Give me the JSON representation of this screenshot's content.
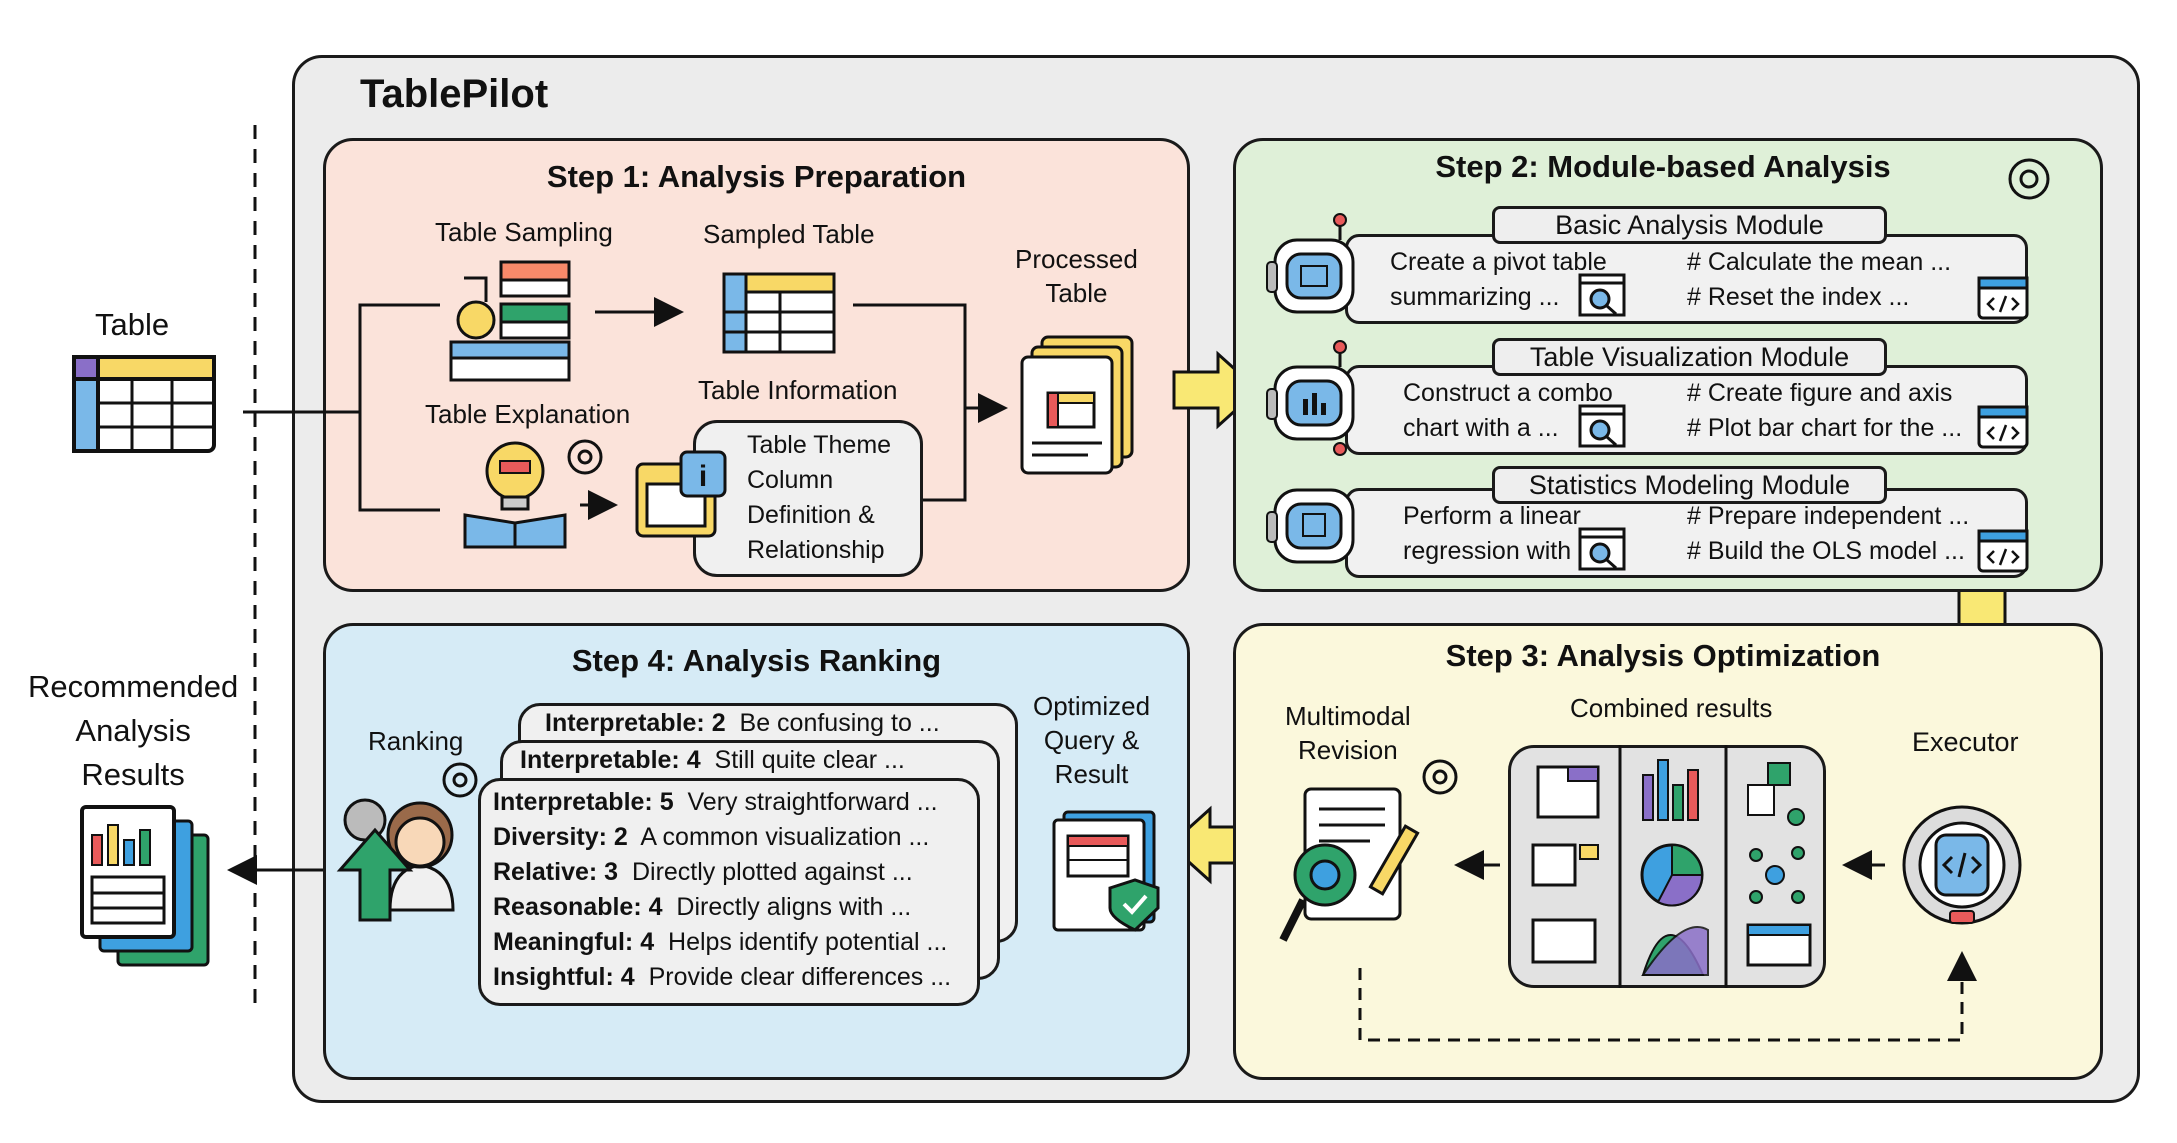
{
  "outer": {
    "title": "TablePilot"
  },
  "left": {
    "input_label": "Table",
    "output_label": [
      "Recommended",
      "Analysis",
      "Results"
    ]
  },
  "step1": {
    "title": "Step 1: Analysis Preparation",
    "table_sampling": "Table Sampling",
    "sampled_table": "Sampled Table",
    "table_explanation": "Table Explanation",
    "table_information": "Table Information",
    "info_lines": [
      "Table Theme",
      "Column",
      "Definition &",
      "Relationship"
    ],
    "processed_table": [
      "Processed",
      "Table"
    ]
  },
  "step2": {
    "title": "Step 2: Module-based Analysis",
    "modules": [
      {
        "name": "Basic Analysis Module",
        "query": [
          "Create a pivot table",
          "summarizing ..."
        ],
        "code": [
          "# Calculate the mean ...",
          "# Reset the index ..."
        ]
      },
      {
        "name": "Table Visualization Module",
        "query": [
          "Construct a combo",
          "chart with a ..."
        ],
        "code": [
          "# Create figure and axis",
          "# Plot bar chart for the ..."
        ]
      },
      {
        "name": "Statistics Modeling Module",
        "query": [
          "Perform a linear",
          "regression with"
        ],
        "code": [
          "# Prepare independent ...",
          "# Build the OLS model ..."
        ]
      }
    ]
  },
  "step3": {
    "title": "Step 3: Analysis Optimization",
    "multimodal_revision": [
      "Multimodal",
      "Revision"
    ],
    "combined_results": "Combined results",
    "executor": "Executor"
  },
  "step4": {
    "title": "Step 4: Analysis Ranking",
    "ranking": "Ranking",
    "optimized": [
      "Optimized",
      "Query &",
      "Result"
    ],
    "back_cards": [
      {
        "key": "Interpretable: 2",
        "text": "Be confusing to ..."
      },
      {
        "key": "Interpretable: 4",
        "text": "Still quite clear ..."
      }
    ],
    "front_card": [
      {
        "key": "Interpretable: 5",
        "text": "Very straightforward ..."
      },
      {
        "key": "Diversity: 2",
        "text": "A common visualization ..."
      },
      {
        "key": "Relative: 3",
        "text": "Directly plotted against ..."
      },
      {
        "key": "Reasonable: 4",
        "text": "Directly aligns with ..."
      },
      {
        "key": "Meaningful: 4",
        "text": "Helps identify potential ..."
      },
      {
        "key": "Insightful: 4",
        "text": "Provide clear differences ..."
      }
    ]
  },
  "colors": {
    "step1_bg": "#fbe3da",
    "step2_bg": "#dff0d8",
    "step3_bg": "#fbf8dc",
    "step4_bg": "#d6ebf6",
    "outer_bg": "#ececec",
    "arrow_yellow": "#f9e874"
  }
}
